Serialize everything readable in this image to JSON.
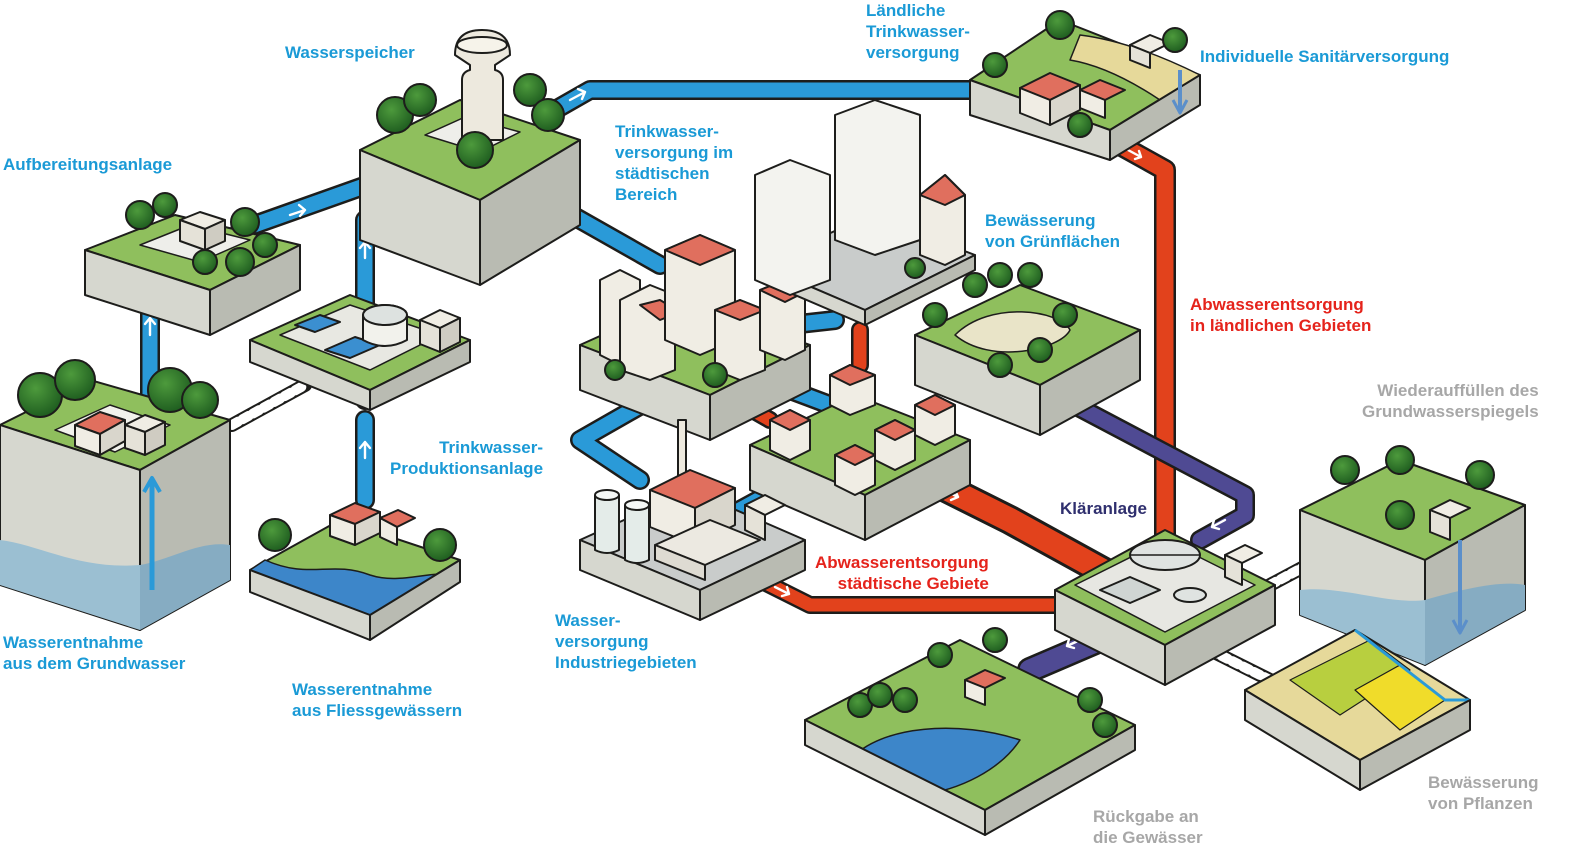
{
  "labels": {
    "wasserspeicher": "Wasserspeicher",
    "aufbereitung": "Aufbereitungsanlage",
    "laendliche_trinkwasser": "Ländliche\nTrinkwasser-\nversorgung",
    "individuelle": "Individuelle Sanitärversorgung",
    "trinkwasser_staedtisch": "Trinkwasser-\nversorgung im\nstädtischen\nBereich",
    "bewaesserung_gruen": "Bewässerung\nvon Grünflächen",
    "abwasser_laendlich": "Abwasserentsorgung\nin ländlichen Gebieten",
    "wiederauffuellen": "Wiederauffüllen des\nGrundwasserspiegels",
    "trinkwasser_produktion": "Trinkwasser-\nProduktionsanlage",
    "klaeranlage": "Kläranlage",
    "abwasser_staedtisch": "Abwasserentsorgung\nstädtische Gebiete",
    "wasserentnahme_grund": "Wasserentnahme\naus dem Grundwasser",
    "wasserentnahme_fliess": "Wasserentnahme\naus Fliessgewässern",
    "wasserversorgung_industrie": "Wasser-\nversorgung\nIndustriegebieten",
    "rueckgabe": "Rückgabe an\ndie Gewässer",
    "bewaesserung_pflanzen": "Bewässerung\nvon Pflanzen"
  },
  "colors": {
    "clean_water_pipe": "#2a9ad8",
    "wastewater_pipe": "#e2421c",
    "treated_water_pipe": "#4f4a93",
    "label_blue": "#1a9ad6",
    "label_red": "#e5231b",
    "label_navy": "#2f2f6e",
    "label_grey": "#a7a7a7"
  }
}
